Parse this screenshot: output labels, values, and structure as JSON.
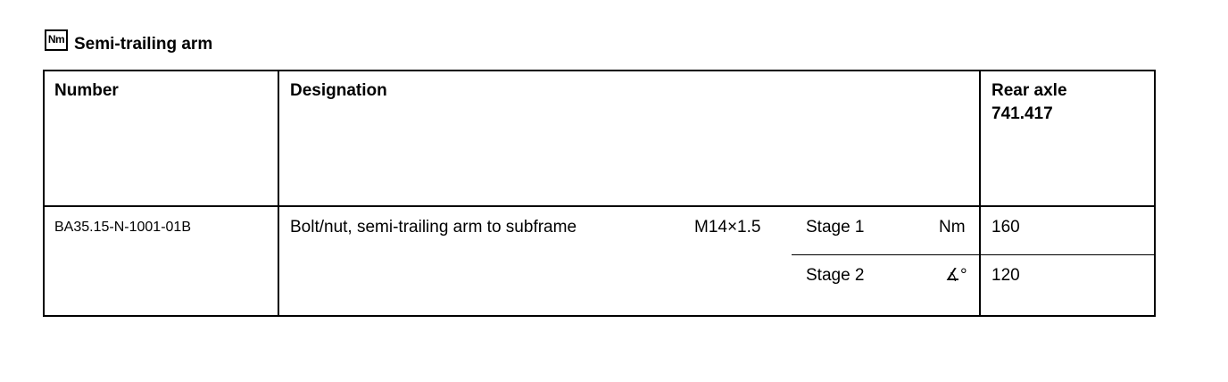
{
  "heading": {
    "icon_label": "Nm",
    "title": "Semi-trailing arm"
  },
  "table": {
    "headers": {
      "number": "Number",
      "designation": "Designation",
      "rear_axle_line1": "Rear axle",
      "rear_axle_line2": "741.417"
    },
    "row": {
      "number": "BA35.15-N-1001-01B",
      "designation": "Bolt/nut, semi-trailing arm to subframe",
      "thread": "M14×1.5",
      "stages": [
        {
          "label": "Stage 1",
          "unit": "Nm",
          "value": "160"
        },
        {
          "label": "Stage 2",
          "unit": "∡°",
          "value": "120"
        }
      ]
    }
  }
}
